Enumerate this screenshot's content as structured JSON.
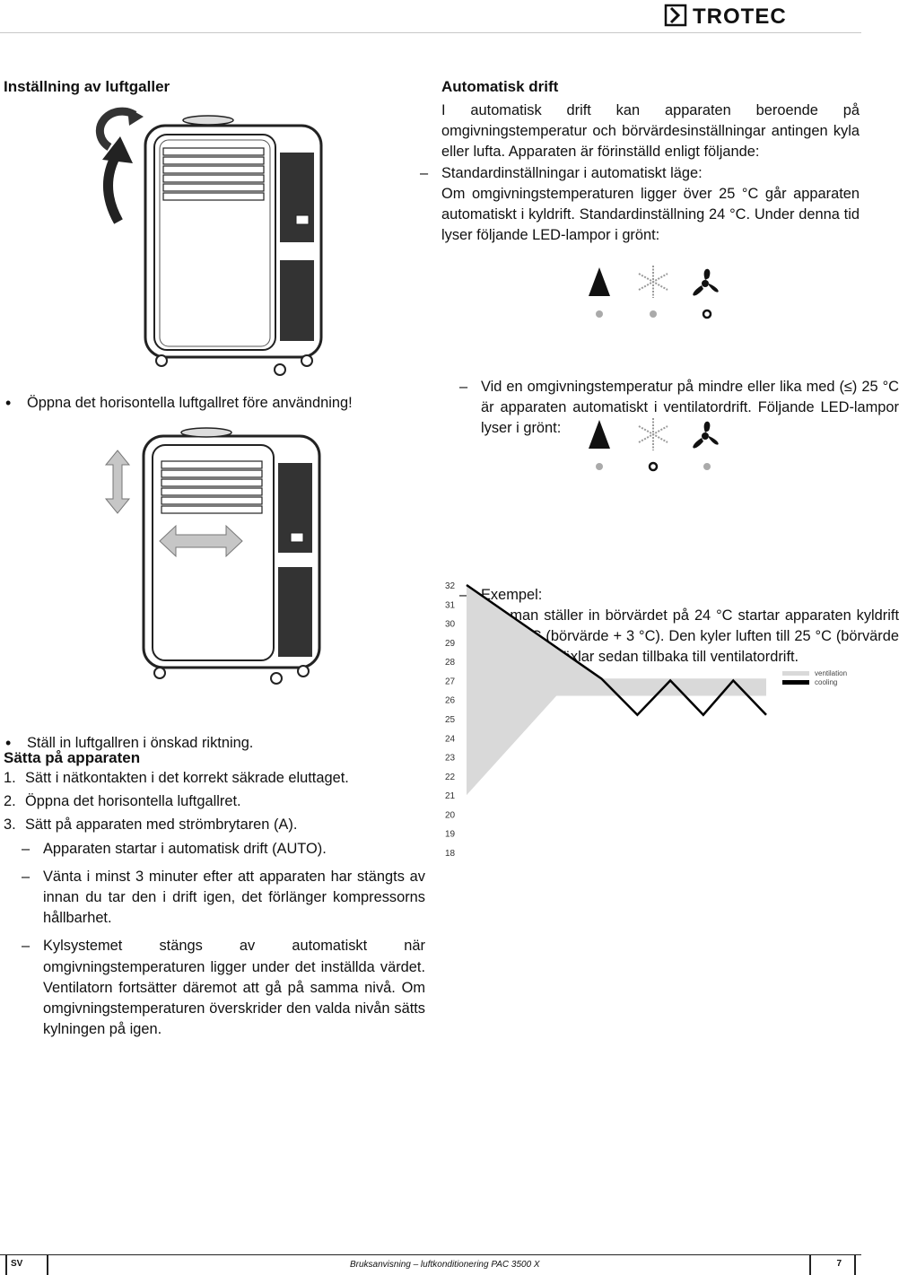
{
  "header": {
    "brand": "TROTEC"
  },
  "left": {
    "heading_grille": "Inställning av luftgaller",
    "bullet_open": "Öppna det horisontella luftgallret före användning!",
    "bullet_adjust": "Ställ in luftgallren i önskad riktning.",
    "heading_start": "Sätta på apparaten",
    "steps": [
      {
        "num": "1.",
        "text": "Sätt i nätkontakten i det korrekt säkrade eluttaget."
      },
      {
        "num": "2.",
        "text": "Öppna det horisontella luftgallret."
      },
      {
        "num": "3.",
        "text": "Sätt på apparaten med strömbrytaren (A)."
      }
    ],
    "dash_items": [
      "Apparaten startar i automatisk drift (AUTO).",
      "Vänta i minst 3 minuter efter att apparaten har stängts av innan du tar den i drift igen, det förlänger kompressorns hållbarhet.",
      "Kylsystemet stängs av automatiskt när omgivningstemperaturen ligger under det inställda värdet. Ventilatorn fortsätter däremot att gå på samma nivå. Om omgivningstemperaturen överskrider den valda nivån sätts kylningen på igen."
    ]
  },
  "right": {
    "heading_auto": "Automatisk drift",
    "intro": "I automatisk drift kan apparaten beroende på omgivningstemperatur och börvärdesinställningar antingen kyla eller lufta. Apparaten är förinställd enligt följande:",
    "dash_default_title": "Standardinställningar i automatiskt läge:",
    "dash_default_text": "Om omgivningstemperaturen ligger över 25 °C går apparaten automatiskt i kyldrift. Standardinställning 24 °C. Under denna tid lyser följande LED-lampor i grönt:",
    "dash_low": "Vid en omgivningstemperatur på mindre eller lika med (≤) 25 °C är apparaten automatiskt i ventilatordrift. Följande LED-lampor lyser i grönt:",
    "dash_example_title": "Exempel:",
    "dash_example_text": "Om man ställer in börvärdet på 24 °C startar apparaten kyldrift vid 27 °C (börvärde + 3 °C). Den kyler luften till 25 °C (börvärde +1 °C) och växlar sedan tillbaka till ventilatordrift."
  },
  "led_panel_cooling": {
    "icons": [
      "triangle-icon",
      "snowflake-icon",
      "fan-icon"
    ],
    "states": [
      "off",
      "off",
      "on"
    ]
  },
  "led_panel_fan": {
    "icons": [
      "triangle-icon",
      "snowflake-icon",
      "fan-icon"
    ],
    "states": [
      "off",
      "on",
      "off"
    ]
  },
  "chart_data": {
    "type": "line",
    "y_ticks": [
      32,
      31,
      30,
      29,
      28,
      27,
      26,
      25,
      24,
      23,
      22,
      21,
      20,
      19,
      18
    ],
    "ylim": [
      18,
      32
    ],
    "series": [
      {
        "name": "ventilation",
        "color": "#d9d9d9",
        "kind": "area"
      },
      {
        "name": "cooling",
        "color": "#000000",
        "kind": "line",
        "points": [
          [
            0,
            32.0
          ],
          [
            0.45,
            27.1
          ],
          [
            0.57,
            25.2
          ],
          [
            0.68,
            27.0
          ],
          [
            0.79,
            25.2
          ],
          [
            0.89,
            27.0
          ],
          [
            1.0,
            25.2
          ]
        ]
      }
    ],
    "legend_position": "right"
  },
  "footer": {
    "lang": "SV",
    "manual": "Bruksanvisning – luftkonditionering PAC 3500 X",
    "page": "7"
  }
}
